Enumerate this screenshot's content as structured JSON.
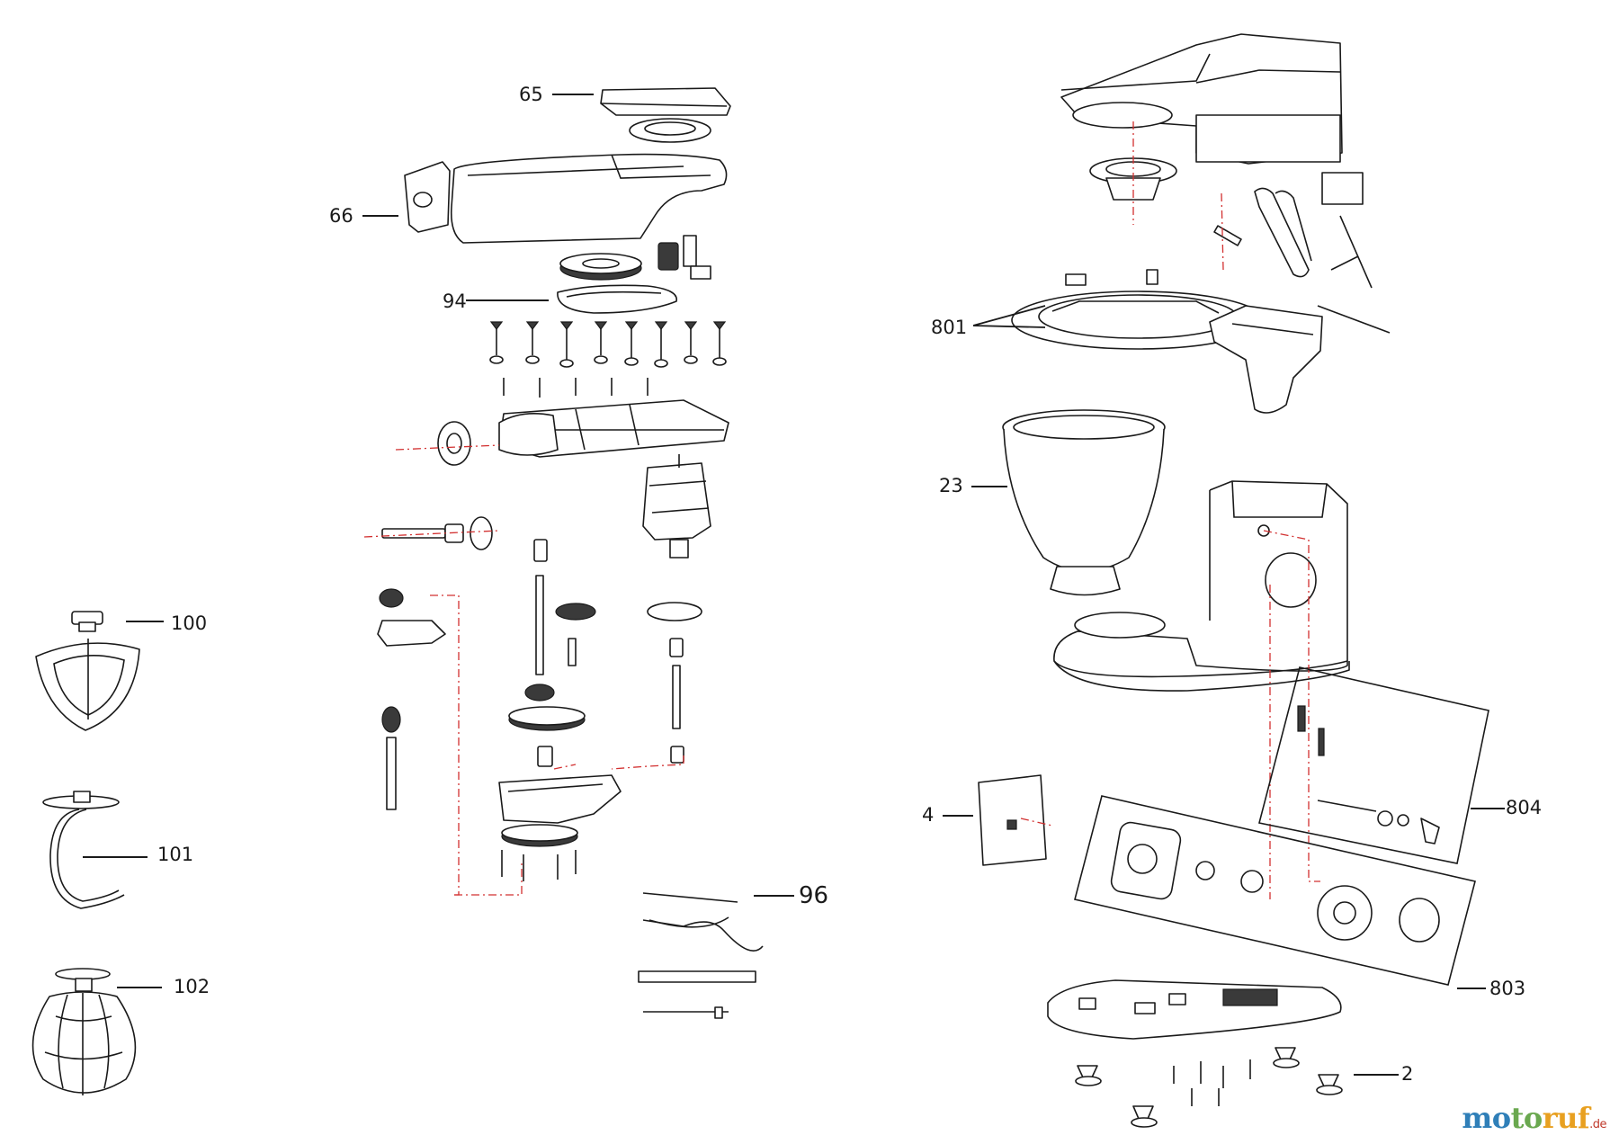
{
  "labels": {
    "p65": "65",
    "p66": "66",
    "p94": "94",
    "p100": "100",
    "p101": "101",
    "p102": "102",
    "p96": "96",
    "p801": "801",
    "p23": "23",
    "p4": "4",
    "p804": "804",
    "p803": "803",
    "p2": "2"
  },
  "watermark": {
    "brand_main": "motoruf",
    "brand_tld": ".de"
  },
  "colors": {
    "line": "#1a1a1a",
    "guide": "#d23030",
    "wm_mo": "#2f7fb8",
    "wm_to": "#6aa84f",
    "wm_ruf": "#e8a020"
  }
}
